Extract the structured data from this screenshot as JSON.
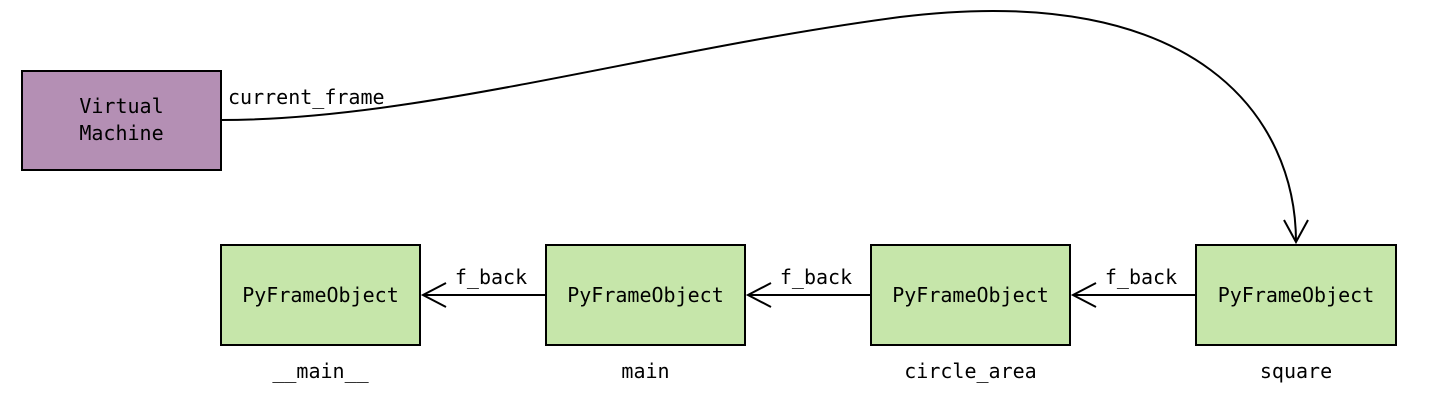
{
  "vm": {
    "label_line1": "Virtual",
    "label_line2": "Machine",
    "fill": "#b48fb4"
  },
  "current_frame_label": "current_frame",
  "frame_fill": "#c6e6aa",
  "frames": [
    {
      "label": "PyFrameObject",
      "caption": "__main__"
    },
    {
      "label": "PyFrameObject",
      "caption": "main"
    },
    {
      "label": "PyFrameObject",
      "caption": "circle_area"
    },
    {
      "label": "PyFrameObject",
      "caption": "square"
    }
  ],
  "edges": [
    {
      "label": "f_back"
    },
    {
      "label": "f_back"
    },
    {
      "label": "f_back"
    }
  ]
}
